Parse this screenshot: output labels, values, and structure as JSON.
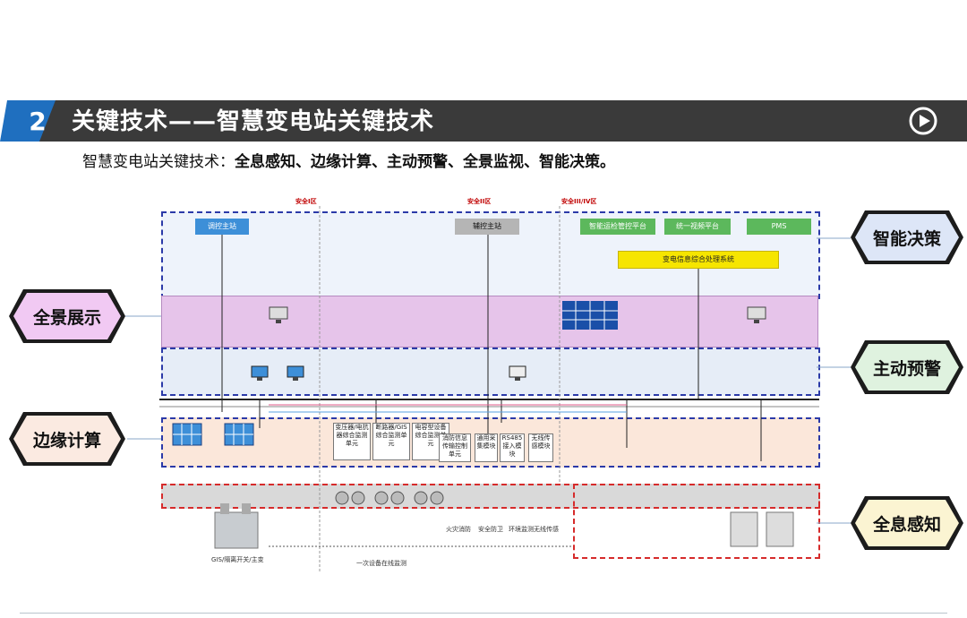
{
  "header": {
    "number": "2",
    "title": "关键技术——智慧变电站关键技术",
    "play_icon": "play-circle-icon"
  },
  "subtitle": {
    "prefix": "智慧变电站关键技术：",
    "bold": "全息感知、边缘计算、主动预警、全景监视、智能决策。"
  },
  "hexagons": {
    "left": [
      "全景展示",
      "边缘计算"
    ],
    "right": [
      "智能决策",
      "主动预警",
      "全息感知"
    ]
  },
  "zones": {
    "safety_1": "安全I区",
    "safety_2": "安全II区",
    "safety_3": "安全III/IV区"
  },
  "top_boxes": {
    "dispatch_master": "调控主站",
    "aux_master": "辅控主站",
    "smart_ops": "智能运检管控平台",
    "video_platform": "统一视频平台",
    "pms": "PMS",
    "substation_info": "变电信息综合处理系统"
  },
  "edge_cards": [
    "变压器/电抗器综合监测单元",
    "断路器/GIS综合监测单元",
    "电容型设备综合监测单元",
    "消防信息传输控制单元",
    "通用采集模块",
    "RS485接入模块",
    "无线传感模块"
  ],
  "bottom_labels": {
    "primary_monitor": "一次设备在线监测",
    "gis": "GIS/隔离开关/主变",
    "fire": "火灾消防",
    "security": "安全防卫",
    "env": "环境监测",
    "wireless": "无线传感"
  }
}
